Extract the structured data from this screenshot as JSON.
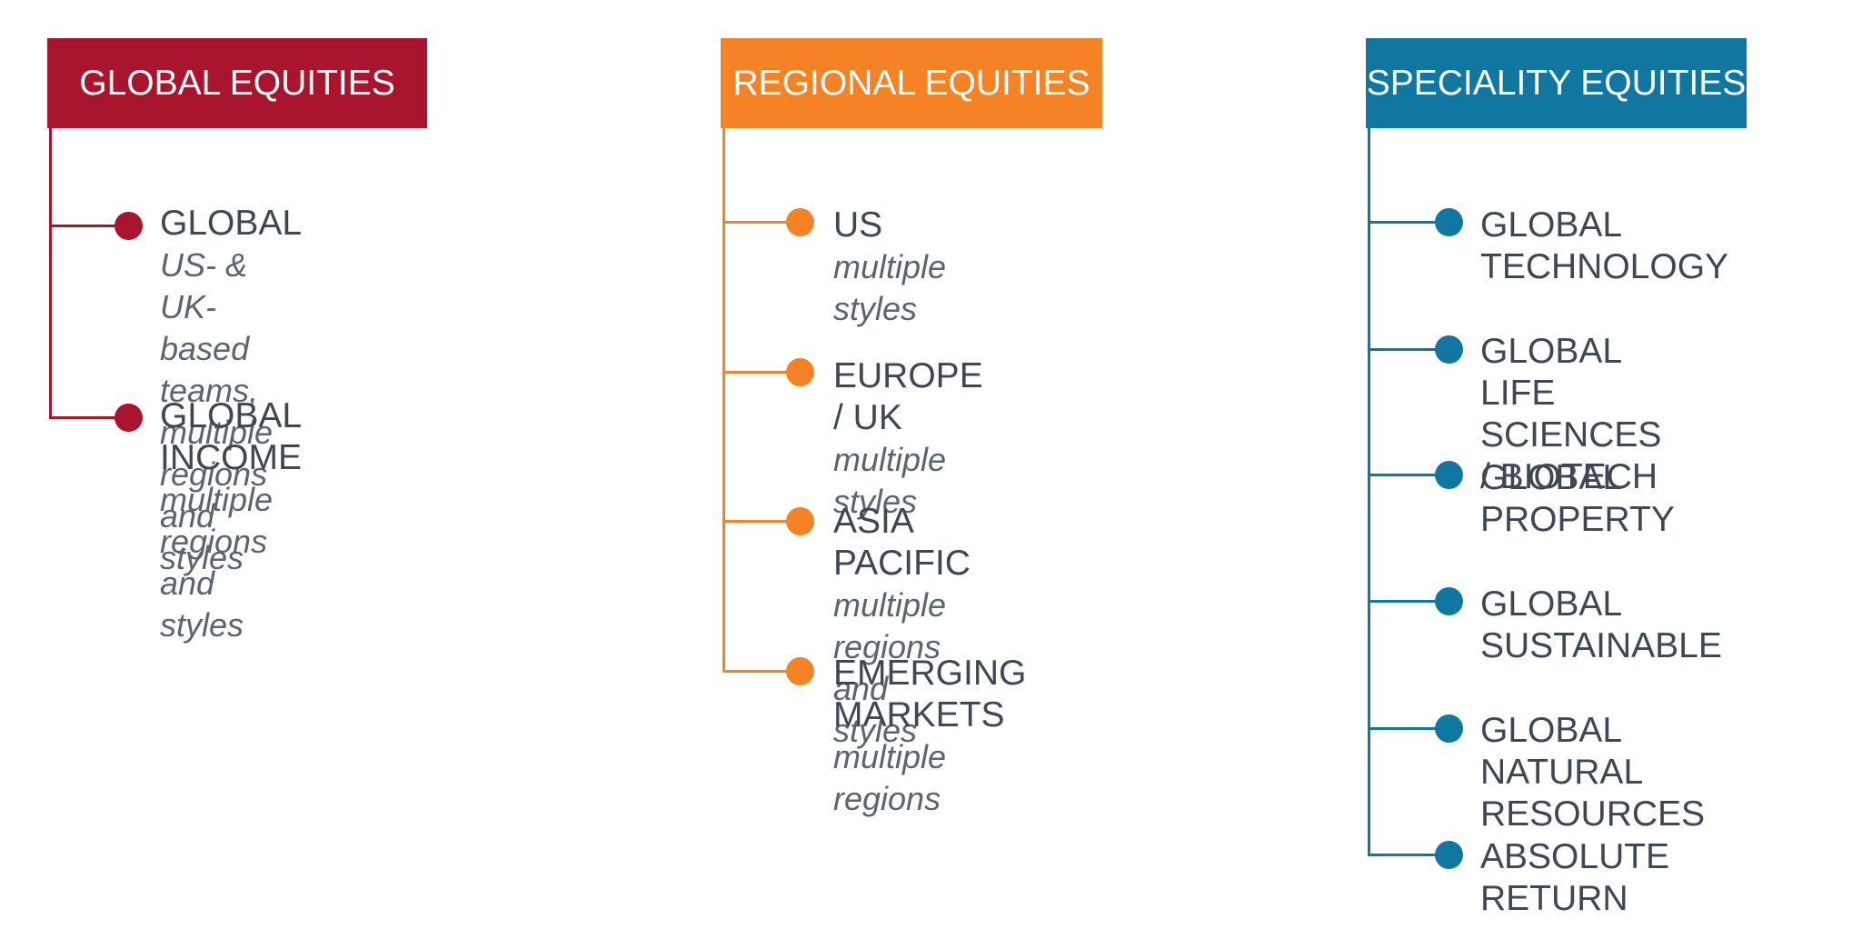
{
  "columns": [
    {
      "title": "GLOBAL EQUITIES",
      "color": "#a8152c",
      "items": [
        {
          "title": "GLOBAL",
          "subtitle": "US- & UK-based\nteams, multiple regions\nand styles"
        },
        {
          "title": "GLOBAL INCOME",
          "subtitle": "multiple regions\nand styles"
        }
      ]
    },
    {
      "title": "REGIONAL EQUITIES",
      "color": "#f58326",
      "items": [
        {
          "title": "US",
          "subtitle": "multiple styles"
        },
        {
          "title": "EUROPE / UK",
          "subtitle": "multiple styles"
        },
        {
          "title": "ASIA PACIFIC",
          "subtitle": "multiple regions\nand styles"
        },
        {
          "title": "EMERGING MARKETS",
          "subtitle": "multiple regions"
        }
      ]
    },
    {
      "title": "SPECIALITY EQUITIES",
      "color": "#0f77a0",
      "items": [
        {
          "title": "GLOBAL\nTECHNOLOGY"
        },
        {
          "title": "GLOBAL LIFE\nSCIENCES / BIOTECH"
        },
        {
          "title": "GLOBAL\nPROPERTY"
        },
        {
          "title": "GLOBAL\nSUSTAINABLE"
        },
        {
          "title": "GLOBAL NATURAL\nRESOURCES"
        },
        {
          "title": "ABSOLUTE\nRETURN"
        }
      ]
    }
  ]
}
